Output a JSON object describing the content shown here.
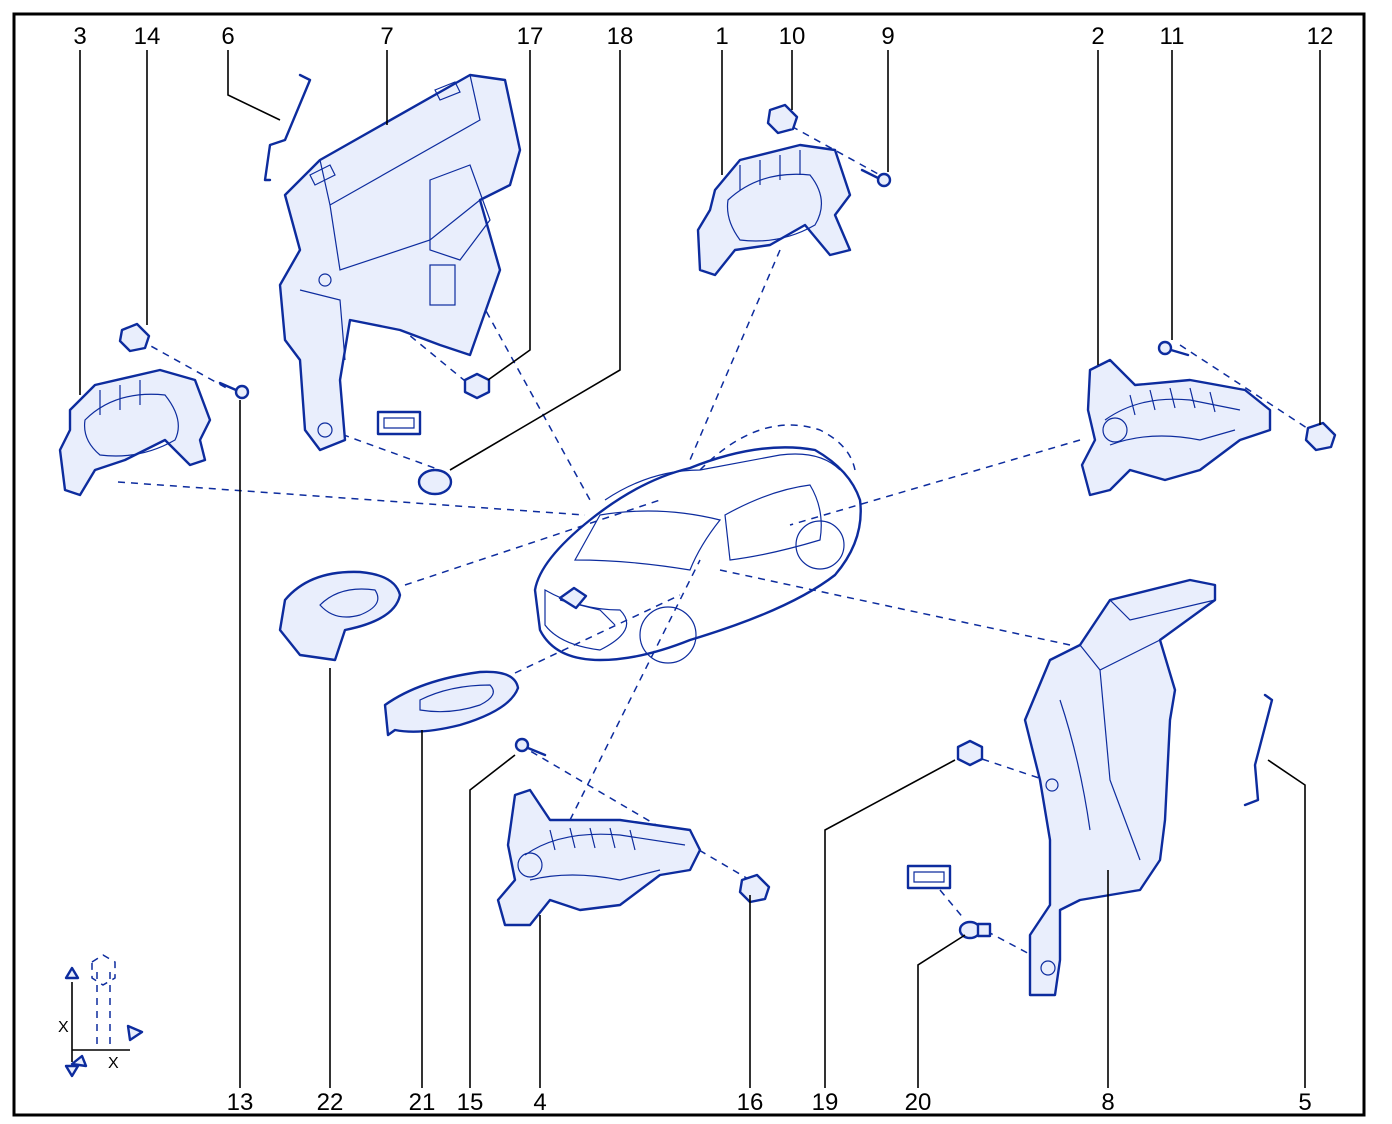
{
  "diagram": {
    "callouts": {
      "n1": "1",
      "n2": "2",
      "n3": "3",
      "n4": "4",
      "n5": "5",
      "n6": "6",
      "n7": "7",
      "n8": "8",
      "n9": "9",
      "n10": "10",
      "n11": "11",
      "n12": "12",
      "n13": "13",
      "n14": "14",
      "n15": "15",
      "n16": "16",
      "n17": "17",
      "n18": "18",
      "n19": "19",
      "n20": "20",
      "n21": "21",
      "n22": "22"
    },
    "torque_symbol_label_a": "X",
    "torque_symbol_label_b": "X"
  }
}
